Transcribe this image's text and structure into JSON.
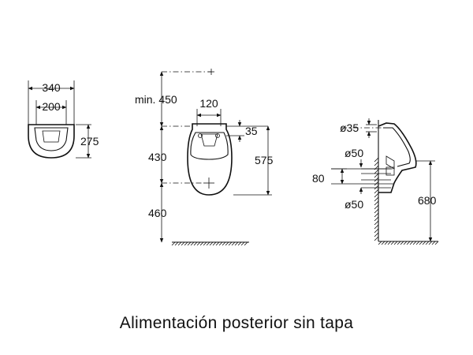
{
  "front_small": {
    "width_outer": "340",
    "width_inner": "200",
    "height": "275"
  },
  "front_main": {
    "min_height": "min. 450",
    "inlet_width": "120",
    "inlet_offset": "35",
    "h_430": "430",
    "h_575": "575",
    "h_460": "460"
  },
  "side": {
    "d_inlet": "ø35",
    "d_outlet_top": "ø50",
    "offset_80": "80",
    "d_outlet_bottom": "ø50",
    "h_680": "680"
  },
  "caption": "Alimentación posterior sin tapa"
}
